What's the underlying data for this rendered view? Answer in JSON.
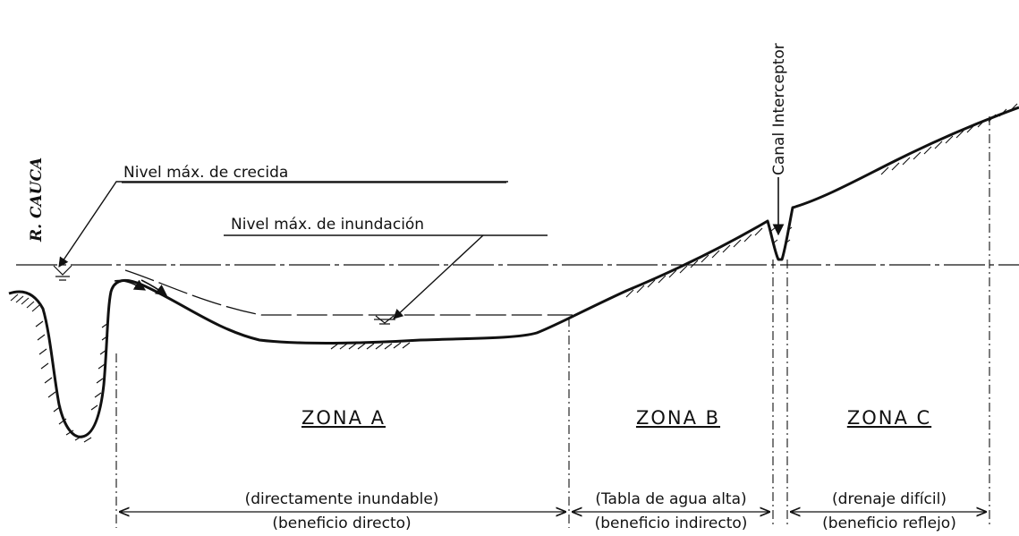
{
  "labels": {
    "river": "R. CAUCA",
    "max_flood_level": "Nivel máx. de crecida",
    "max_inundation_level": "Nivel máx. de inundación",
    "interceptor_canal": "Canal Interceptor"
  },
  "zones": [
    {
      "name": "ZONA A",
      "description": "(directamente inundable)",
      "benefit": "(beneficio directo)"
    },
    {
      "name": "ZONA B",
      "description": "(Tabla de agua alta)",
      "benefit": "(beneficio indirecto)"
    },
    {
      "name": "ZONA C",
      "description": "(drenaje difícil)",
      "benefit": "(beneficio reflejo)"
    }
  ]
}
